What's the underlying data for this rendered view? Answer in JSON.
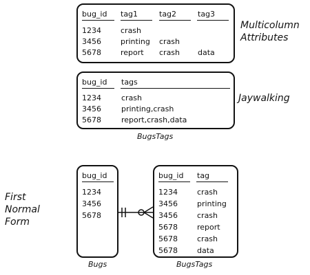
{
  "multicolumn": {
    "label_line1": "Multicolumn",
    "label_line2": "Attributes",
    "headers": [
      "bug_id",
      "tag1",
      "tag2",
      "tag3"
    ],
    "rows": [
      [
        "1234",
        "crash",
        "",
        ""
      ],
      [
        "3456",
        "printing",
        "crash",
        ""
      ],
      [
        "5678",
        "report",
        "crash",
        "data"
      ]
    ]
  },
  "jaywalking": {
    "label": "Jaywalking",
    "caption": "BugsTags",
    "headers": [
      "bug_id",
      "tags"
    ],
    "rows": [
      [
        "1234",
        "crash"
      ],
      [
        "3456",
        "printing,crash"
      ],
      [
        "5678",
        "report,crash,data"
      ]
    ]
  },
  "first_normal_form": {
    "label_line1": "First",
    "label_line2": "Normal",
    "label_line3": "Form",
    "bugs": {
      "caption": "Bugs",
      "header": "bug_id",
      "rows": [
        "1234",
        "3456",
        "5678"
      ]
    },
    "bugstags": {
      "caption": "BugsTags",
      "headers": [
        "bug_id",
        "tag"
      ],
      "rows": [
        [
          "1234",
          "crash"
        ],
        [
          "3456",
          "printing"
        ],
        [
          "3456",
          "crash"
        ],
        [
          "5678",
          "report"
        ],
        [
          "5678",
          "crash"
        ],
        [
          "5678",
          "data"
        ]
      ]
    }
  }
}
